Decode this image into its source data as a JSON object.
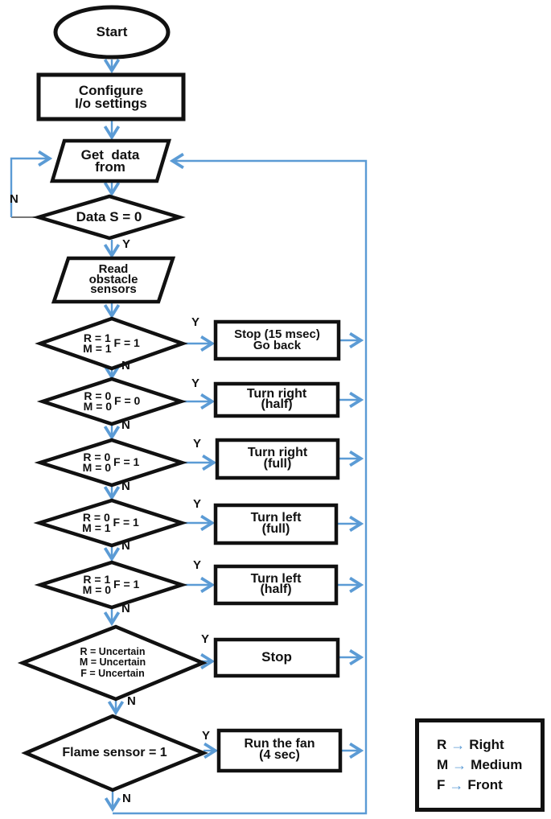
{
  "labels": {
    "yes": "Y",
    "no": "N"
  },
  "nodes": {
    "start": "Start",
    "configure": "Configure\nI/o settings",
    "get_data": "Get  data\nfrom",
    "data_check": "Data S = 0",
    "read_sensors": "Read\nobstacle\nsensors",
    "d1": {
      "rm": "R = 1\nM = 1",
      "f": "F = 1"
    },
    "d2": {
      "rm": "R = 0\nM = 0",
      "f": "F = 0"
    },
    "d3": {
      "rm": "R = 0\nM = 0",
      "f": "F = 1"
    },
    "d4": {
      "rm": "R = 0\nM = 1",
      "f": "F = 1"
    },
    "d5": {
      "rm": "R = 1\nM = 0",
      "f": "F = 1"
    },
    "d6": "R = Uncertain\nM = Uncertain\nF = Uncertain",
    "d7": "Flame sensor = 1",
    "a1": "Stop (15 msec)\nGo back",
    "a2": "Turn right\n(half)",
    "a3": "Turn right\n(full)",
    "a4": "Turn left\n(full)",
    "a5": "Turn left\n(half)",
    "a6": "Stop",
    "a7": "Run the fan\n(4 sec)"
  },
  "legend": {
    "items": [
      {
        "key": "R",
        "arrow": "→",
        "name": "Right"
      },
      {
        "key": "M",
        "arrow": "→",
        "name": "Medium"
      },
      {
        "key": "F",
        "arrow": "→",
        "name": "Front"
      }
    ]
  },
  "colors": {
    "arrow": "#5B9BD5",
    "ink": "#111111",
    "gray": "#777777",
    "background": "#ffffff"
  }
}
